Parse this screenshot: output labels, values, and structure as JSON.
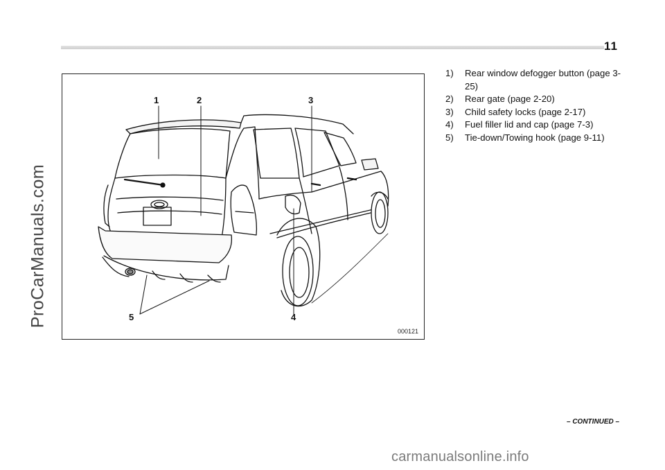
{
  "page": {
    "number": "11",
    "side_watermark": "ProCarManuals.com",
    "footer_watermark": "carmanualsonline.info",
    "continued": "– CONTINUED –"
  },
  "figure": {
    "code": "000121",
    "subject": "rear-three-quarter-view-of-suv",
    "callouts": [
      "1",
      "2",
      "3",
      "4",
      "5"
    ]
  },
  "captions": [
    {
      "num": "1)",
      "text": "Rear window defogger button (page 3-25)"
    },
    {
      "num": "2)",
      "text": "Rear gate (page 2-20)"
    },
    {
      "num": "3)",
      "text": "Child safety locks (page 2-17)"
    },
    {
      "num": "4)",
      "text": "Fuel filler lid and cap (page 7-3)"
    },
    {
      "num": "5)",
      "text": "Tie-down/Towing hook (page 9-11)"
    }
  ]
}
